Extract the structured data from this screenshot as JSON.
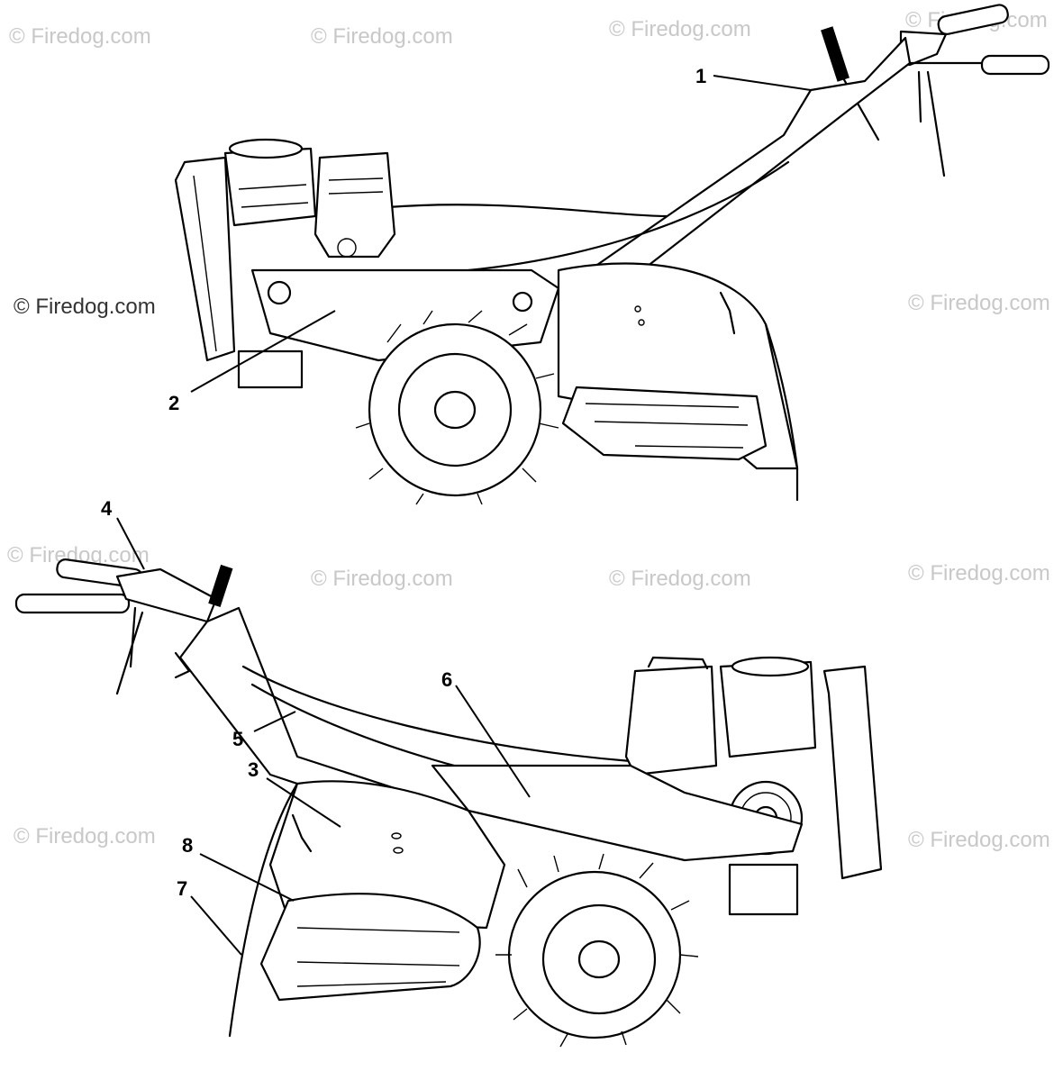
{
  "watermark": "© Firedog.com",
  "callouts": [
    {
      "id": "1",
      "text": "1"
    },
    {
      "id": "2",
      "text": "2"
    },
    {
      "id": "3",
      "text": "3"
    },
    {
      "id": "4",
      "text": "4"
    },
    {
      "id": "5",
      "text": "5"
    },
    {
      "id": "6",
      "text": "6"
    },
    {
      "id": "7",
      "text": "7"
    },
    {
      "id": "8",
      "text": "8"
    }
  ],
  "colors": {
    "line": "#000000",
    "background": "#ffffff",
    "watermark": "#c8c8c8"
  }
}
